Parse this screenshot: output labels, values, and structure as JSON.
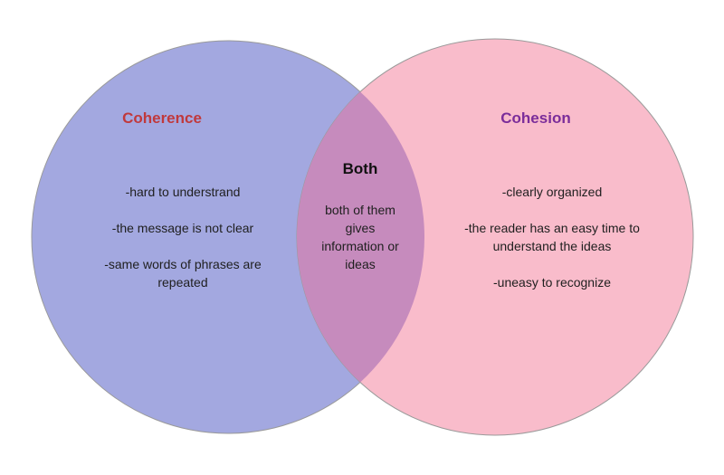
{
  "colors": {
    "left_circle": "#a3a8e0",
    "right_circle": "#f9bccb",
    "overlap": "#c68bbd",
    "outline": "#9a9a9a",
    "coherence_title": "#c0393c",
    "cohesion_title": "#7b2d9a",
    "text": "#1f1f1f"
  },
  "left": {
    "title": "Coherence",
    "items": [
      "-hard to understrand",
      "-the message is not clear",
      "-same words of phrases are\nrepeated"
    ]
  },
  "middle": {
    "title": "Both",
    "text": "both of them\ngives\ninformation or\nideas"
  },
  "right": {
    "title": "Cohesion",
    "items": [
      "-clearly organized",
      "-the reader has an easy time to\nunderstand the ideas",
      "-uneasy to recognize"
    ]
  }
}
